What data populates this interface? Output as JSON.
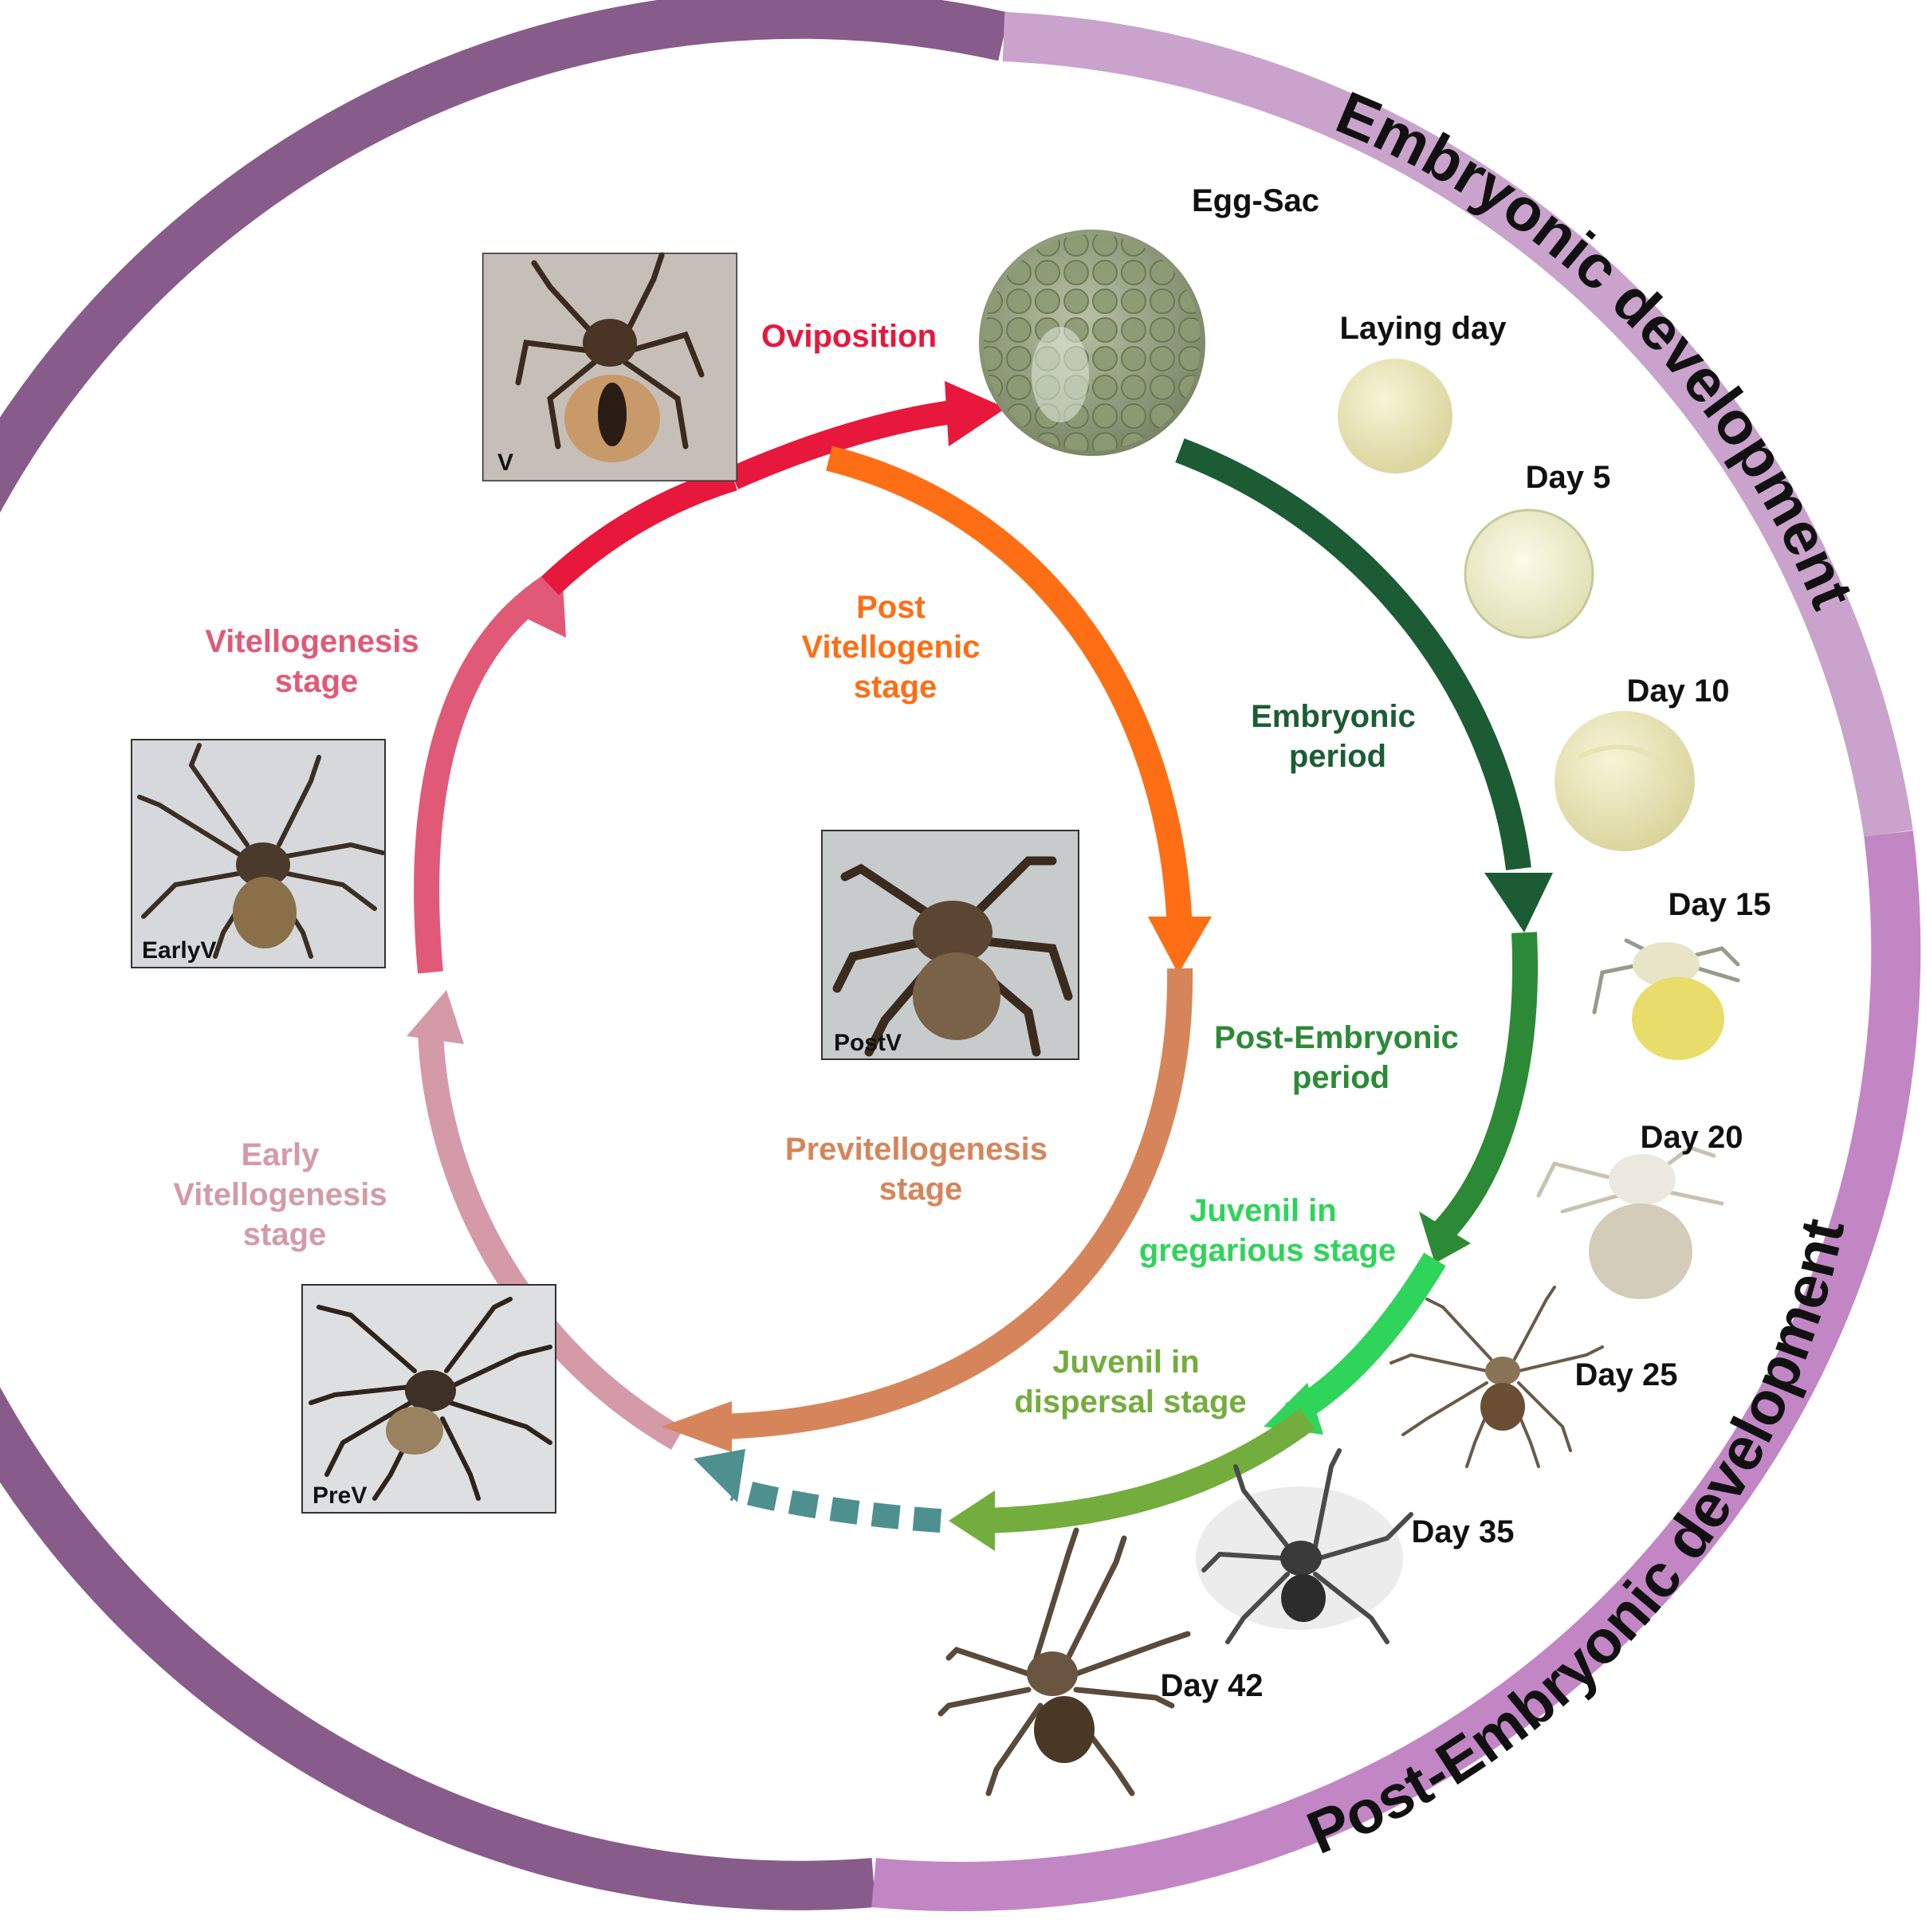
{
  "ring": {
    "vitellogenesis": "Vitellogenesis",
    "embryonic_development": "Embryonic development",
    "post_embryonic_development": "Post-Embryonic development"
  },
  "stages": {
    "oviposition": "Oviposition",
    "vitellogenesis_stage": [
      "Vitellogenesis",
      "stage"
    ],
    "post_vitellogenic_stage": [
      "Post",
      "Vitellogenic",
      "stage"
    ],
    "previtellogenesis_stage": [
      "Previtellogenesis",
      "stage"
    ],
    "early_vitellogenesis_stage": [
      "Early",
      "Vitellogenesis",
      "stage"
    ],
    "embryonic_period": [
      "Embryonic",
      "period"
    ],
    "post_embryonic_period": [
      "Post-Embryonic",
      "period"
    ],
    "juvenil_gregarious": [
      "Juvenil in",
      "gregarious stage"
    ],
    "juvenil_dispersal": [
      "Juvenil in",
      "dispersal stage"
    ]
  },
  "photo_tags": {
    "v": "V",
    "early_v": "EarlyV",
    "post_v": "PostV",
    "pre_v": "PreV"
  },
  "development": {
    "egg_sac": "Egg-Sac",
    "days": [
      "Laying day",
      "Day 5",
      "Day 10",
      "Day 15",
      "Day 20",
      "Day 25",
      "Day 35",
      "Day 42"
    ]
  },
  "colors": {
    "vitellogenesis_band": "#885c8a",
    "embryonic_band": "#c9a3cc",
    "post_embryonic_band": "#c286c5",
    "oviposition": "#e8173c",
    "vitellogenesis": "#e05a78",
    "early_vitellogenesis": "#d49aa8",
    "post_vitellogenic": "#fe6e14",
    "previtellogenesis": "#d6855a",
    "embryonic": "#1c5c34",
    "post_embryonic": "#2c8a36",
    "juvenil_gregarious": "#2fd45a",
    "juvenil_dispersal": "#73ad3e",
    "dashed_link": "#4e9090"
  }
}
